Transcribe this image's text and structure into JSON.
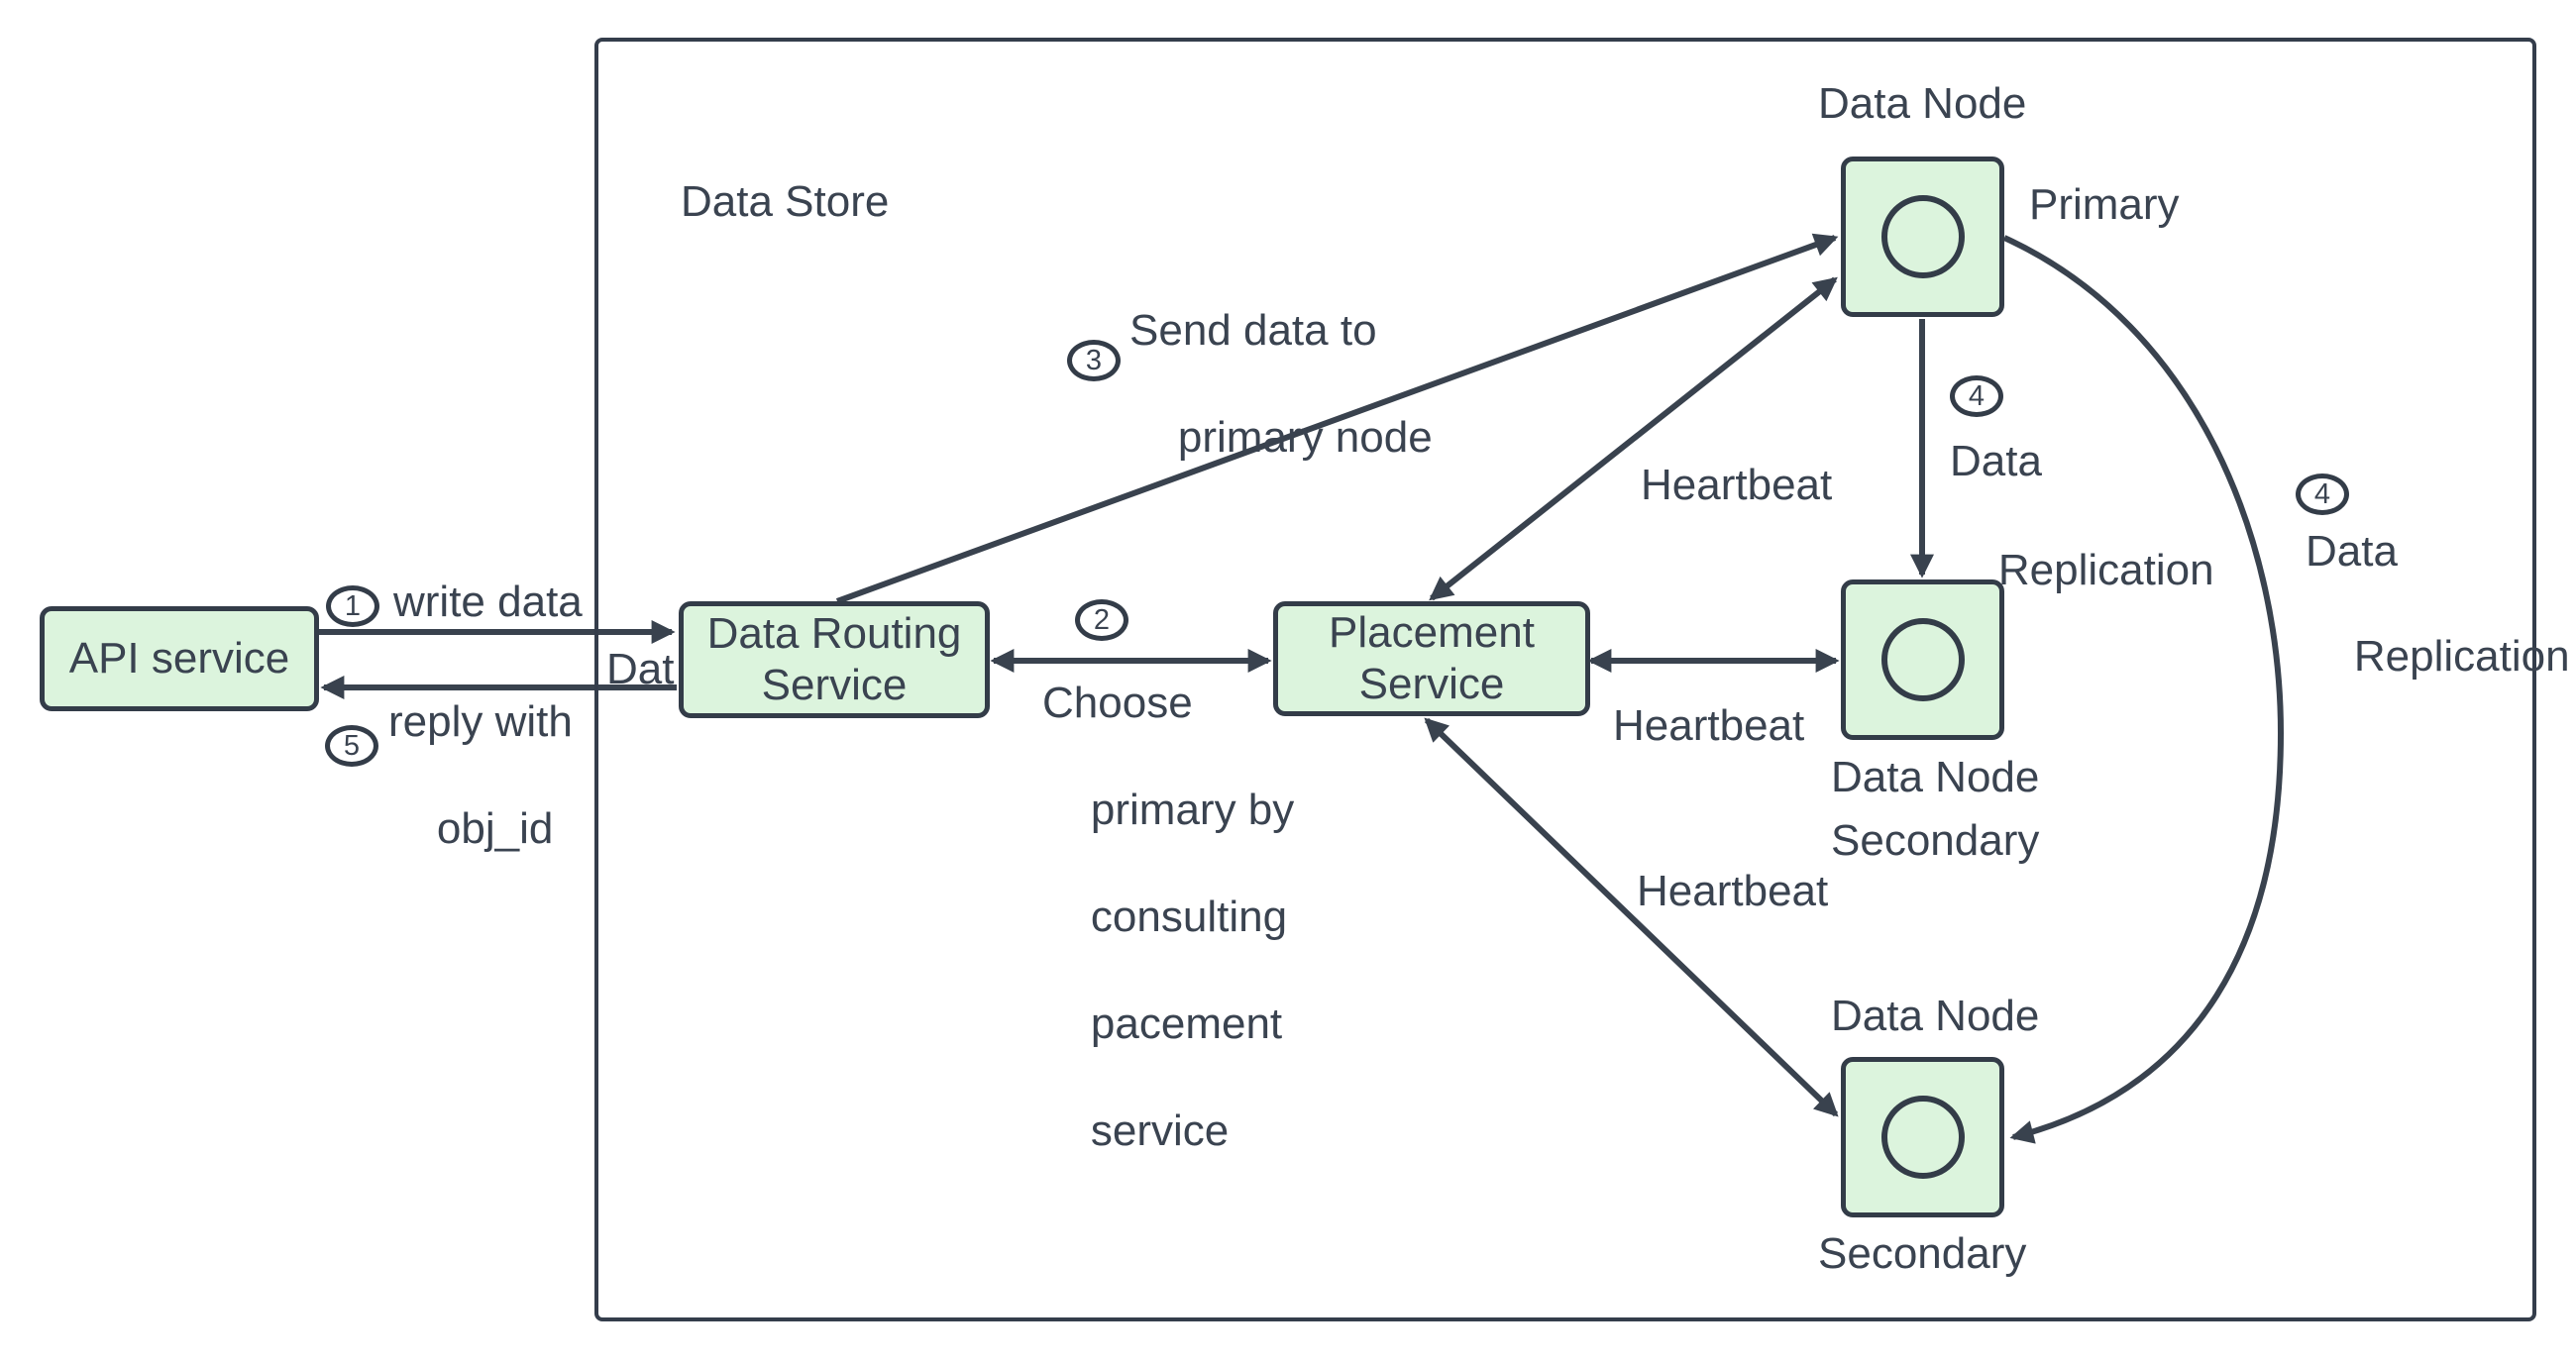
{
  "diagram": {
    "container_label": "Data Store",
    "nodes": {
      "api": {
        "label": "API service"
      },
      "routing": {
        "line1": "Data Routing",
        "line2": "Service"
      },
      "placement": {
        "line1": "Placement",
        "line2": "Service"
      },
      "primary": {
        "title": "Data Node",
        "role": "Primary"
      },
      "secondary_mid": {
        "title": "Data Node",
        "role": "Secondary"
      },
      "secondary_bottom": {
        "title": "Data Node",
        "role": "Secondary"
      }
    },
    "edges": {
      "write_data": {
        "step": "1",
        "label": "write data"
      },
      "reply": {
        "step": "5",
        "line1": "reply with",
        "line2": "obj_id"
      },
      "clipped_label": "Dat",
      "choose": {
        "step": "2",
        "lines": [
          "Choose",
          "primary by",
          "consulting",
          "pacement",
          "service"
        ]
      },
      "send": {
        "step": "3",
        "line1": "Send data to",
        "line2": "primary node"
      },
      "heartbeat_primary": "Heartbeat",
      "heartbeat_mid": "Heartbeat",
      "heartbeat_bottom": "Heartbeat",
      "replication_mid": {
        "step": "4",
        "line1": "Data",
        "line2": "Replication"
      },
      "replication_right": {
        "step": "4",
        "line1": "Data",
        "line2": "Replication"
      }
    },
    "colors": {
      "node_fill": "#dcf4dd",
      "stroke": "#39424e",
      "text": "#3a4350"
    }
  }
}
